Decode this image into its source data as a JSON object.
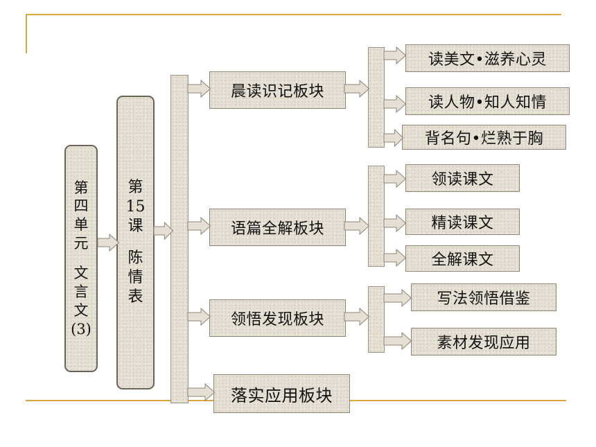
{
  "colors": {
    "accent_line": "#d9a63a",
    "box_fill": "#e6e0d4",
    "box_border": "#8d8576"
  },
  "unit": {
    "chars": [
      "第",
      "四",
      "单",
      "元",
      "",
      "文",
      "言",
      "文",
      "(3)"
    ]
  },
  "lesson": {
    "chars": [
      "第",
      "15",
      "课",
      "",
      "陈",
      "情",
      "表"
    ]
  },
  "sections": [
    {
      "label": "晨读识记板块",
      "items": [
        "读美文•滋养心灵",
        "读人物•知人知情",
        "背名句•烂熟于胸"
      ]
    },
    {
      "label": "语篇全解板块",
      "items": [
        "领读课文",
        "精读课文",
        "全解课文"
      ]
    },
    {
      "label": "领悟发现板块",
      "items": [
        "写法领悟借鉴",
        "素材发现应用"
      ]
    },
    {
      "label": "落实应用板块",
      "items": []
    }
  ]
}
